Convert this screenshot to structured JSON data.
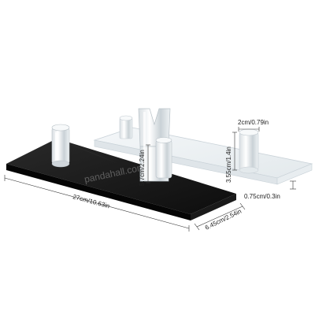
{
  "image": {
    "background_color": "#ffffff",
    "black_base_color": "#111111",
    "clear_acrylic_color": "#eef2f4"
  },
  "dimensions": {
    "black_length": "27cm/10.63in",
    "black_width": "6.45cm/2.54in",
    "fork_height": "5.7cm/2.24in",
    "clear_peg_diameter": "2cm/0.79in",
    "clear_peg_height": "3.55cm/1.4in",
    "clear_thickness": "0.75cm/0.3in"
  },
  "watermark": {
    "text": "pandahall.com"
  }
}
